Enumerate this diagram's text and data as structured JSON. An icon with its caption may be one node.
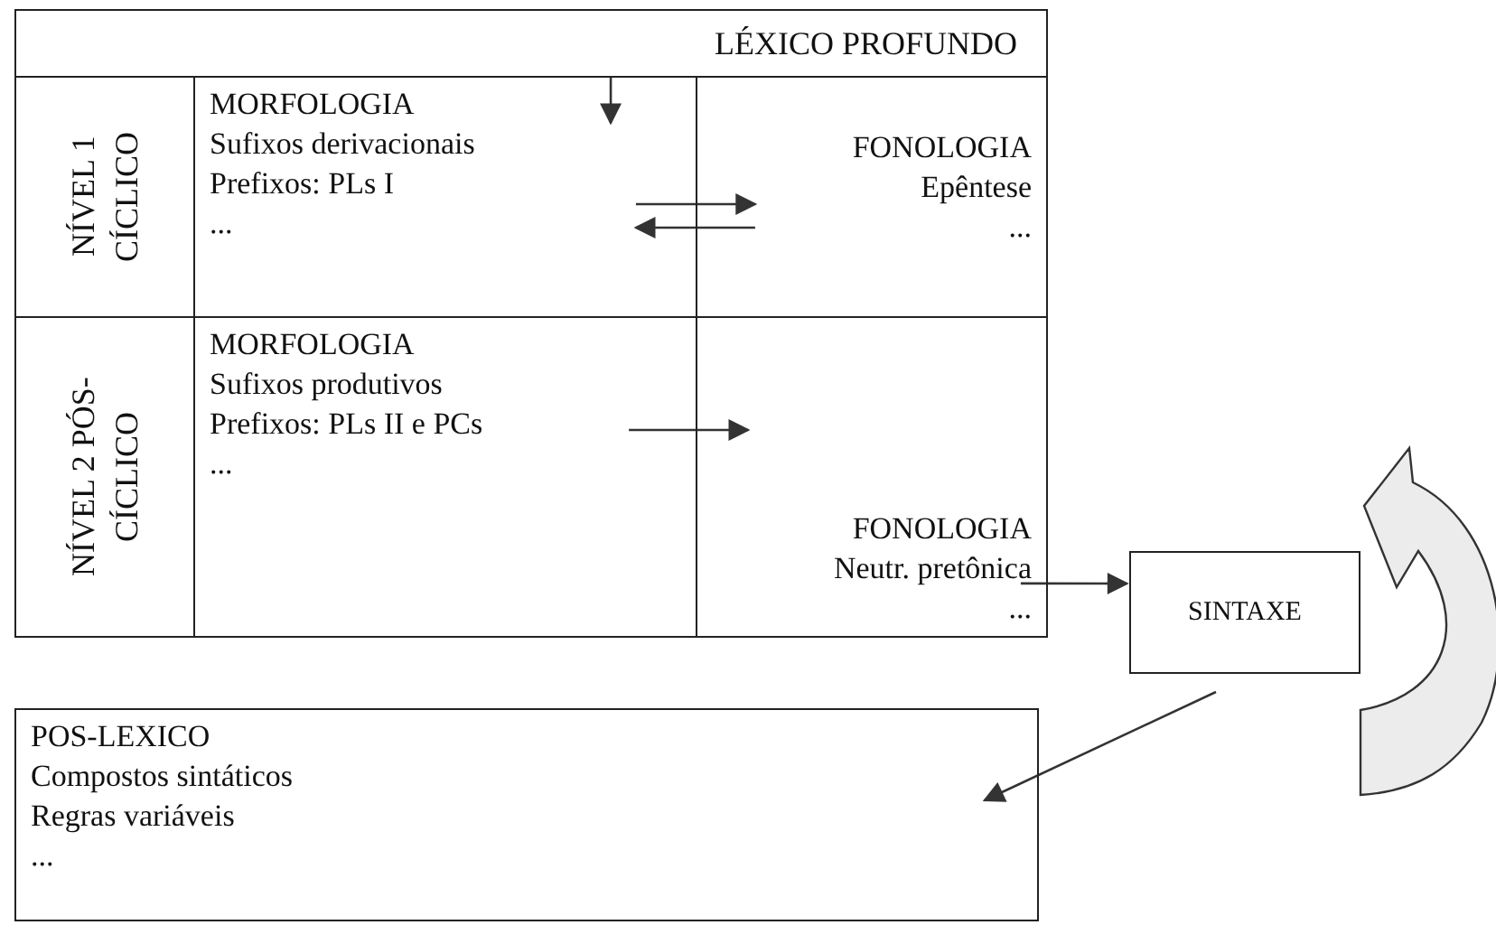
{
  "diagram": {
    "nodes": [
      {
        "text": [
          "LÉXICO PROFUNDO"
        ]
      },
      {
        "text": [
          "NÍVEL 1 CÍCLICO"
        ]
      },
      {
        "text": [
          "MORFOLOGIA",
          "Sufixos derivacionais",
          "Prefixos: PLs I",
          "..."
        ]
      },
      {
        "text": [
          "FONOLOGIA",
          "Epêntese",
          "..."
        ]
      },
      {
        "text": [
          "NÍVEL 2 PÓS- CÍCLICO"
        ]
      },
      {
        "text": [
          "MORFOLOGIA",
          "Sufixos produtivos",
          "Prefixos: PLs II e PCs",
          "..."
        ]
      },
      {
        "text": [
          "FONOLOGIA",
          "Neutr. pretônica",
          "..."
        ]
      },
      {
        "text": [
          "SINTAXE"
        ]
      },
      {
        "text": [
          "POS-LEXICO",
          "Compostos sintáticos",
          "Regras variáveis",
          "..."
        ]
      }
    ],
    "edges": [
      {
        "from": 0,
        "to": 2,
        "arrow": "to"
      },
      {
        "from": 2,
        "to": 3,
        "arrow": "to"
      },
      {
        "from": 3,
        "to": 2,
        "arrow": "to"
      },
      {
        "from": 5,
        "to": 6,
        "arrow": "to"
      },
      {
        "from": 6,
        "to": 7,
        "arrow": "to"
      },
      {
        "from": 7,
        "to": 8,
        "arrow": "to"
      }
    ]
  }
}
